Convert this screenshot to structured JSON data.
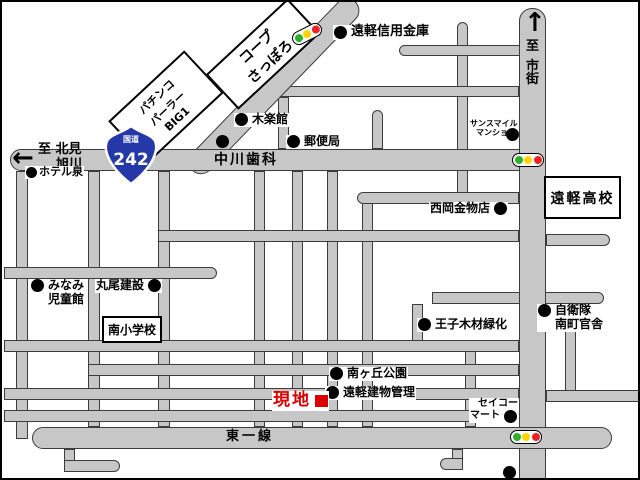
{
  "map": {
    "poi": {
      "coop": {
        "line1": "コープ",
        "line2": "さっぽろ"
      },
      "pachinko": {
        "line1": "パチンコ",
        "line2": "パーラー",
        "line3": "BIG1"
      },
      "shinkin": {
        "label": "遠軽信用金庫"
      },
      "mokurakukan": {
        "label": "木楽館"
      },
      "post_office": {
        "label": "郵便局"
      },
      "nakagawa_dental": {
        "label": "中川歯科"
      },
      "hotel_izumi": {
        "label": "ホテル泉"
      },
      "sunsmile": {
        "line1": "サンスマイル",
        "line2": "マンション"
      },
      "engaru_hs": {
        "label": "遠軽高校"
      },
      "nishioka": {
        "label": "西岡金物店"
      },
      "minami_jidokan": {
        "line1": "みなみ",
        "line2": "児童館"
      },
      "maruo": {
        "label": "丸尾建設"
      },
      "minami_school": {
        "label": "南小学校"
      },
      "oji": {
        "label": "王子木材緑化"
      },
      "jieitai": {
        "line1": "自衛隊",
        "line2": "南町官舎"
      },
      "park": {
        "label": "南ヶ丘公園"
      },
      "tatemono": {
        "label": "遠軽建物管理"
      },
      "seico": {
        "line1": "セイコー",
        "line2": "マート"
      },
      "genchi": {
        "label": "現地"
      }
    },
    "roads": {
      "higashi_issen": "東一線",
      "route_badge": {
        "type": "国道",
        "number": "242"
      },
      "to_kitami": {
        "line1": "至 北見",
        "line2": "旭川"
      },
      "to_shigai": {
        "c1": "至",
        "c2": "市",
        "c3": "街"
      }
    },
    "icons": {
      "left_arrow": "←",
      "up_arrow": "↑"
    },
    "colors": {
      "road": "#c7c7c7",
      "road_outline": "#3c3c3c",
      "site_marker_red": "#dd0000",
      "route_badge_blue": "#2438a8",
      "signal_green": "#2ab32a",
      "signal_yellow": "#ffd400",
      "signal_red": "#ee2222"
    }
  }
}
